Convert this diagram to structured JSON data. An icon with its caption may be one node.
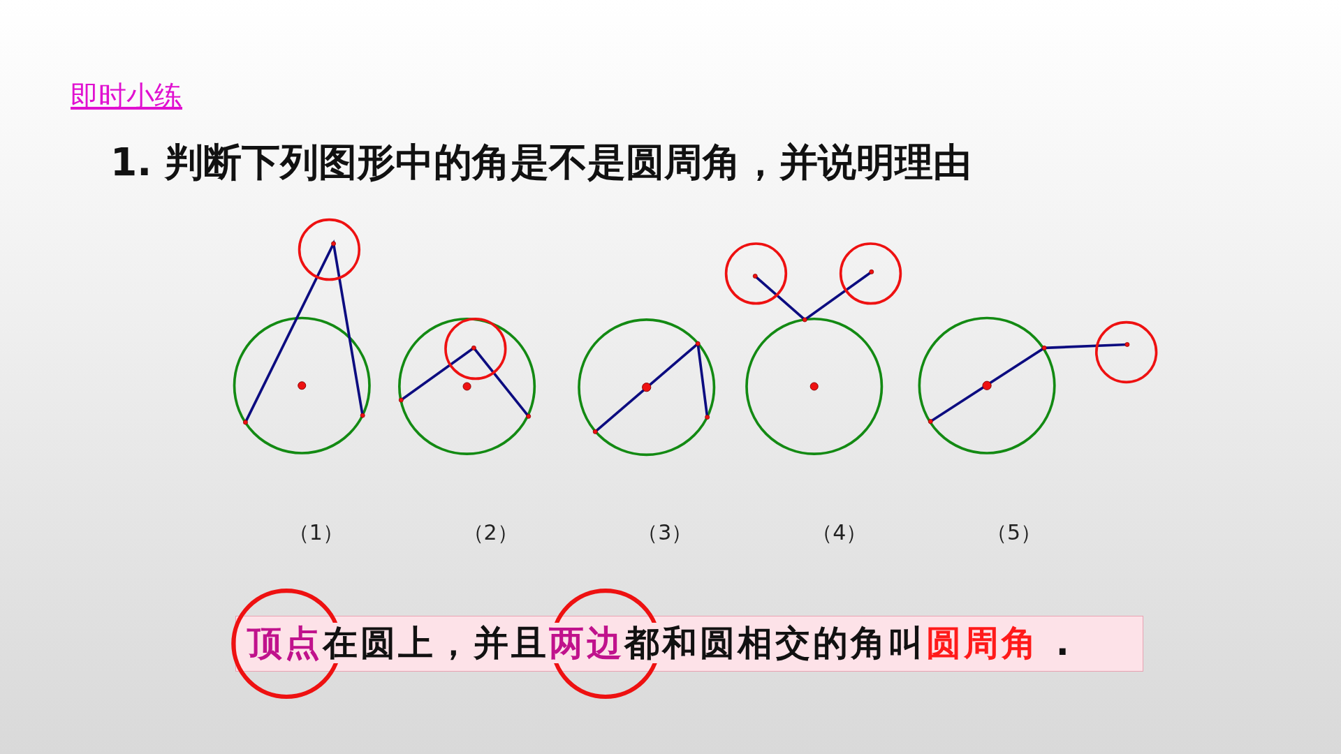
{
  "diagram": {
    "title": "1. 判断下列图形中的角是不是圆周角，并说明理由",
    "nodes": [
      {
        "text": [
          "顶点",
          "在圆上，并且",
          "两边",
          "都和圆相交的角叫",
          "圆周角",
          "."
        ]
      }
    ],
    "labels": [
      "即时小练",
      "（1）",
      "（2）",
      "（3）",
      "（4）",
      "（5）"
    ]
  }
}
